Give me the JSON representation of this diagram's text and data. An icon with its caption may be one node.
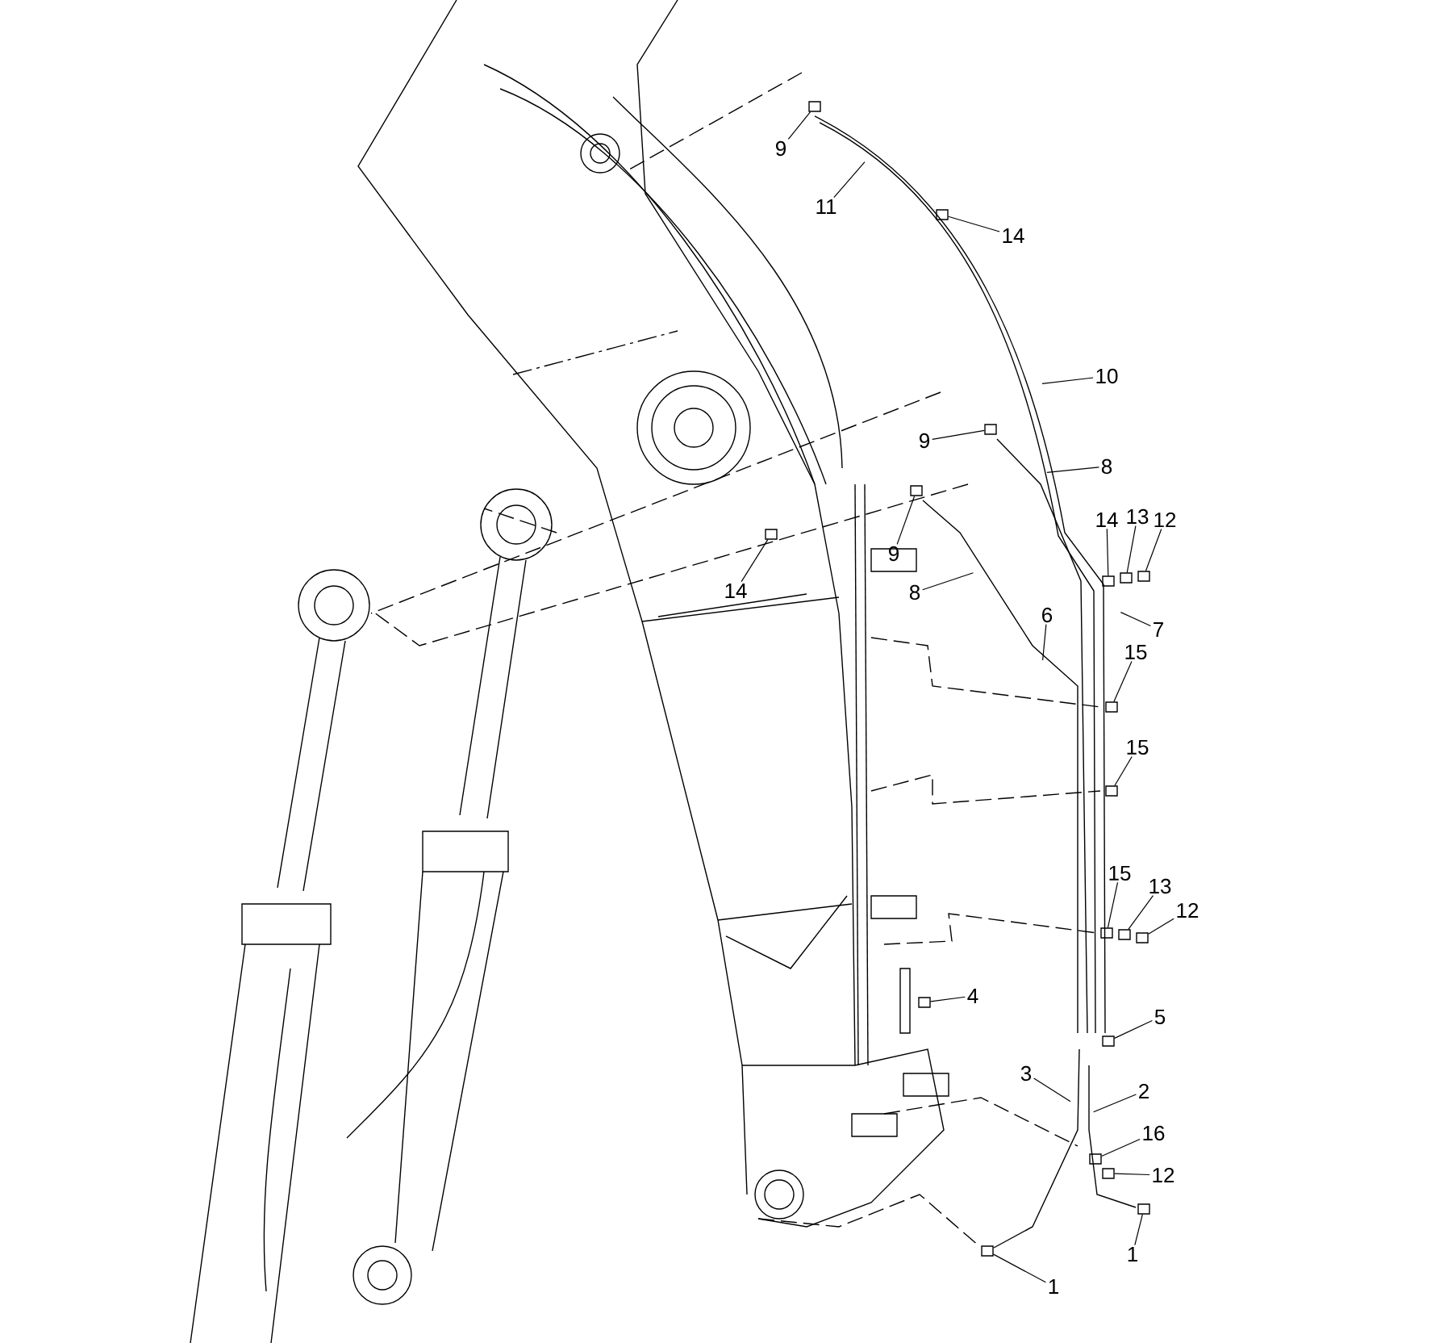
{
  "diagram": {
    "nodes": [
      {
        "text": [
          "9"
        ]
      },
      {
        "text": [
          "11"
        ]
      },
      {
        "text": [
          "14"
        ]
      },
      {
        "text": [
          "10"
        ]
      },
      {
        "text": [
          "9"
        ]
      },
      {
        "text": [
          "8"
        ]
      },
      {
        "text": [
          "14"
        ]
      },
      {
        "text": [
          "13"
        ]
      },
      {
        "text": [
          "12"
        ]
      },
      {
        "text": [
          "9"
        ]
      },
      {
        "text": [
          "8"
        ]
      },
      {
        "text": [
          "14"
        ]
      },
      {
        "text": [
          "6"
        ]
      },
      {
        "text": [
          "7"
        ]
      },
      {
        "text": [
          "15"
        ]
      },
      {
        "text": [
          "15"
        ]
      },
      {
        "text": [
          "15"
        ]
      },
      {
        "text": [
          "13"
        ]
      },
      {
        "text": [
          "12"
        ]
      },
      {
        "text": [
          "4"
        ]
      },
      {
        "text": [
          "5"
        ]
      },
      {
        "text": [
          "3"
        ]
      },
      {
        "text": [
          "2"
        ]
      },
      {
        "text": [
          "16"
        ]
      },
      {
        "text": [
          "12"
        ]
      },
      {
        "text": [
          "1"
        ]
      },
      {
        "text": [
          "1"
        ]
      },
      {
        "text": [],
        "shape": "box"
      },
      {
        "text": [],
        "shape": "box"
      },
      {
        "text": [],
        "shape": "box"
      },
      {
        "text": [],
        "shape": "box"
      },
      {
        "text": [],
        "shape": "box"
      },
      {
        "text": [],
        "shape": "box"
      },
      {
        "text": [],
        "shape": "box"
      },
      {
        "text": [],
        "shape": "box"
      },
      {
        "text": [],
        "shape": "box"
      },
      {
        "text": [],
        "shape": "box"
      },
      {
        "text": [],
        "shape": "box"
      },
      {
        "text": [],
        "shape": "box"
      },
      {
        "text": [],
        "shape": "box"
      },
      {
        "text": [],
        "shape": "box"
      },
      {
        "text": [],
        "shape": "box"
      },
      {
        "text": [],
        "shape": "box"
      },
      {
        "text": [],
        "shape": "box"
      },
      {
        "text": [],
        "shape": "box"
      },
      {
        "text": [],
        "shape": "box"
      }
    ],
    "edges": [
      {
        "from": 0,
        "to": 27,
        "arrow": "none"
      },
      {
        "from": 1,
        "to": null,
        "arrow": "none"
      },
      {
        "from": 2,
        "to": 28,
        "arrow": "none"
      },
      {
        "from": 3,
        "to": null,
        "arrow": "none"
      },
      {
        "from": 4,
        "to": 29,
        "arrow": "none"
      },
      {
        "from": 5,
        "to": null,
        "arrow": "none"
      },
      {
        "from": 6,
        "to": 30,
        "arrow": "none"
      },
      {
        "from": 7,
        "to": 31,
        "arrow": "none"
      },
      {
        "from": 8,
        "to": 32,
        "arrow": "none"
      },
      {
        "from": 9,
        "to": 33,
        "arrow": "none"
      },
      {
        "from": 10,
        "to": null,
        "arrow": "none"
      },
      {
        "from": 11,
        "to": 34,
        "arrow": "none"
      },
      {
        "from": 12,
        "to": null,
        "arrow": "none"
      },
      {
        "from": 13,
        "to": null,
        "arrow": "none"
      },
      {
        "from": 14,
        "to": 35,
        "arrow": "none"
      },
      {
        "from": 15,
        "to": 36,
        "arrow": "none"
      },
      {
        "from": 16,
        "to": 37,
        "arrow": "none"
      },
      {
        "from": 17,
        "to": 38,
        "arrow": "none"
      },
      {
        "from": 18,
        "to": 39,
        "arrow": "none"
      },
      {
        "from": 19,
        "to": 40,
        "arrow": "none"
      },
      {
        "from": 20,
        "to": 41,
        "arrow": "none"
      },
      {
        "from": 21,
        "to": null,
        "arrow": "none"
      },
      {
        "from": 22,
        "to": null,
        "arrow": "none"
      },
      {
        "from": 23,
        "to": 42,
        "arrow": "none"
      },
      {
        "from": 24,
        "to": 43,
        "arrow": "none"
      },
      {
        "from": 25,
        "to": 44,
        "arrow": "none"
      },
      {
        "from": 26,
        "to": 45,
        "arrow": "none"
      }
    ]
  }
}
